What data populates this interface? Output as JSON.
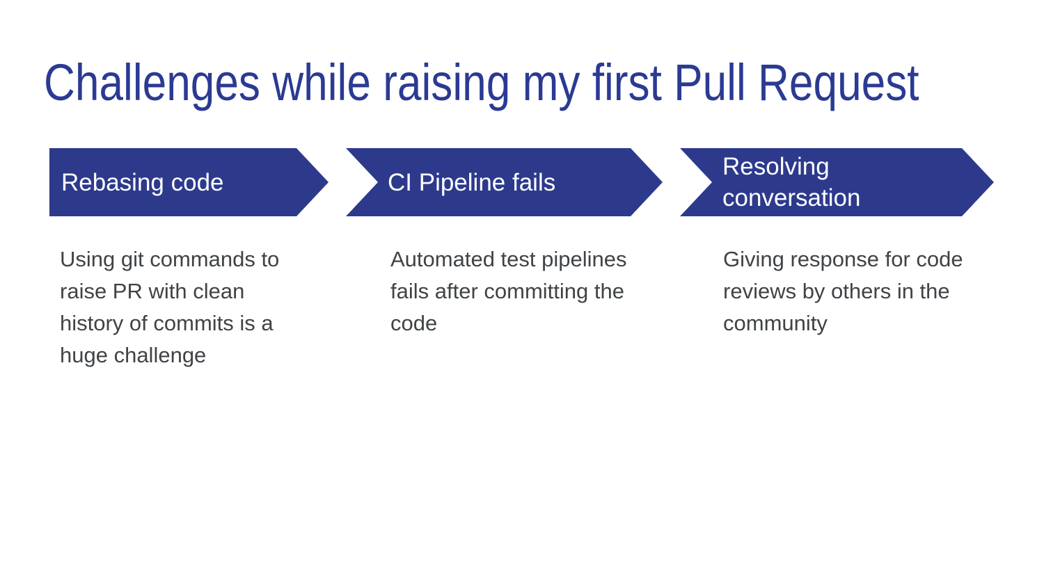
{
  "slide": {
    "title": "Challenges while raising my first Pull Request",
    "background_color": "#FFFFFF"
  },
  "colors": {
    "title_text": "#2B3A92",
    "banner_fill": "#2D3A8C",
    "banner_text": "#FFFFFF",
    "body_text": "#404346"
  },
  "steps": [
    {
      "label": "Rebasing code",
      "description": "Using git commands to raise PR with clean history of commits is a huge challenge"
    },
    {
      "label": "CI Pipeline fails",
      "description": "Automated test pipelines fails after committing the code"
    },
    {
      "label": "Resolving conversation",
      "description": "Giving response for code reviews by others in the community"
    }
  ]
}
